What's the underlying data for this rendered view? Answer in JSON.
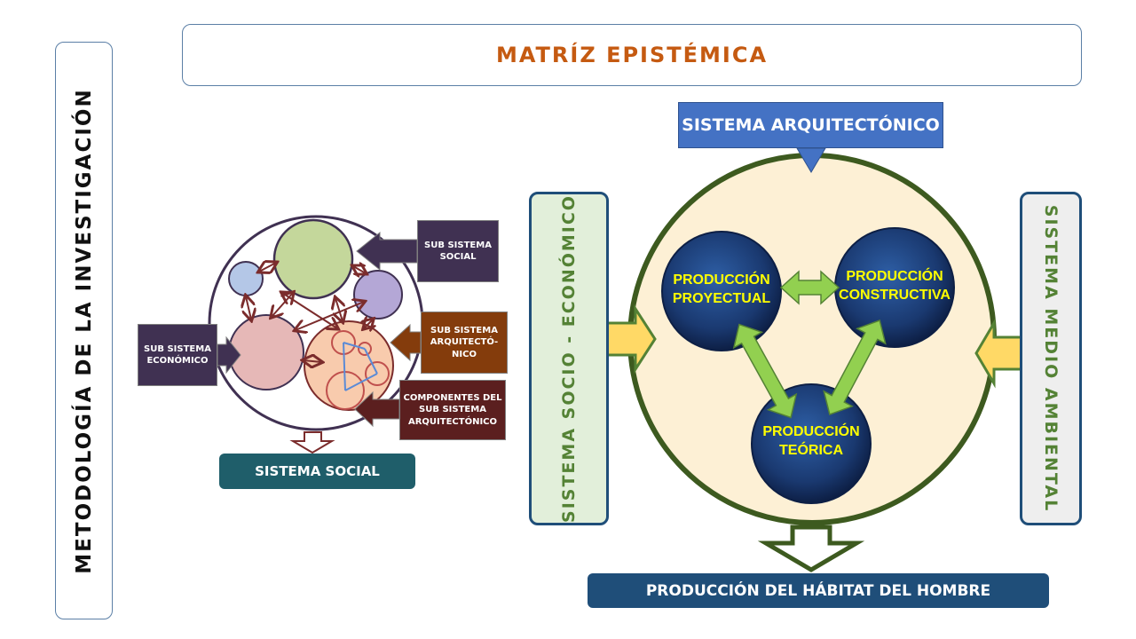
{
  "side_title": "METODOLOGÍA DE LA INVESTIGACIÓN",
  "main_title": "MATRÍZ EPISTÉMICA",
  "sistema_arquitectonico": "SISTEMA ARQUITECTÓNICO",
  "left_panel": "SISTEMA SOCIO - ECONÓMICO",
  "right_panel": "SISTEMA MEDIO AMBIENTAL",
  "nodes": {
    "proyectual": "PRODUCCIÓN\nPROYECTUAL",
    "constructiva": "PRODUCCIÓN\nCONSTRUCTIVA",
    "teorica": "PRODUCCIÓN\nTEÓRICA"
  },
  "habitat": "PRODUCCIÓN DEL HÁBITAT DEL HOMBRE",
  "social_diagram": {
    "sub_social": "SUB SISTEMA SOCIAL",
    "sub_arq": "SUB SISTEMA ARQUITECTÓ-NICO",
    "componentes": "COMPONENTES DEL SUB SISTEMA ARQUITECTÓNICO",
    "sub_eco": "SUB SISTEMA ECONÓMICO",
    "sistema_social": "SISTEMA SOCIAL"
  },
  "colors": {
    "accent_orange": "#c55a11",
    "dark_blue": "#1f4e79",
    "green": "#548235",
    "light_green": "#92d050",
    "yellow": "#ffd966",
    "cream": "#fdf0d5"
  }
}
